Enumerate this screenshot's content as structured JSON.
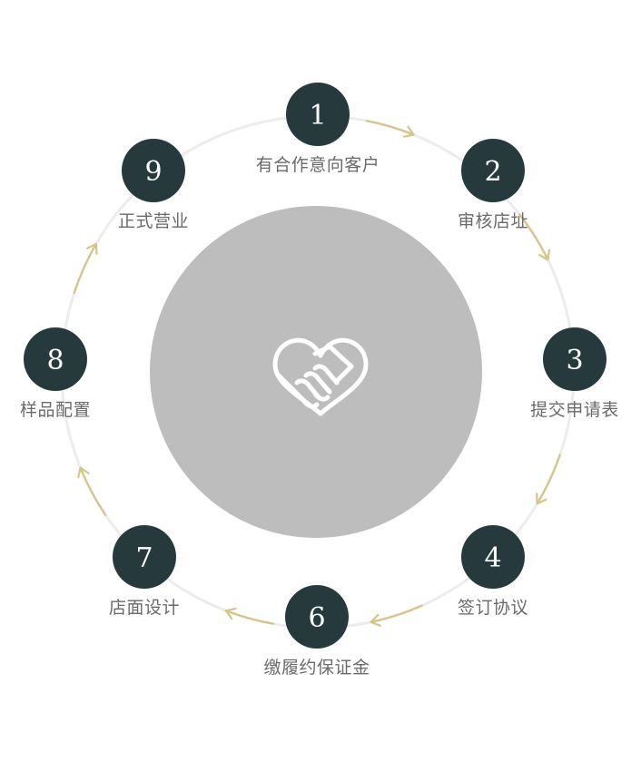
{
  "colors": {
    "node_fill": "#263a3d",
    "node_text": "#ffffff",
    "ring": "#ececec",
    "arrow": "#d6c488",
    "center_disc": "#bdbdbd",
    "center_icon": "#ffffff",
    "label_text": "#6a6a6a"
  },
  "center_icon": "handshake-heart-icon",
  "steps": [
    {
      "number": "1",
      "label": "有合作意向客户"
    },
    {
      "number": "2",
      "label": "审核店址"
    },
    {
      "number": "3",
      "label": "提交申请表"
    },
    {
      "number": "4",
      "label": "签订协议"
    },
    {
      "number": "6",
      "label": "缴履约保证金"
    },
    {
      "number": "7",
      "label": "店面设计"
    },
    {
      "number": "8",
      "label": "样品配置"
    },
    {
      "number": "9",
      "label": "正式营业"
    }
  ]
}
